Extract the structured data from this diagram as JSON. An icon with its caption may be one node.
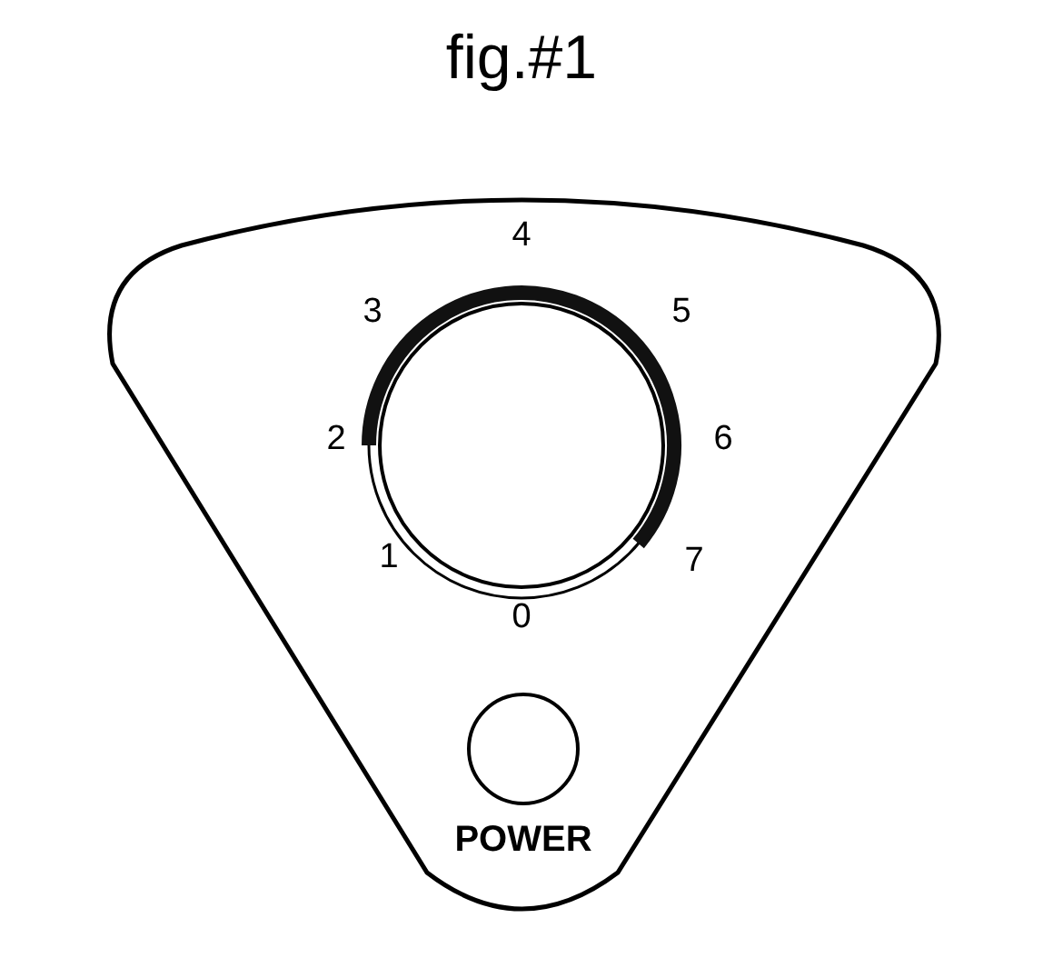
{
  "diagram": {
    "title": "fig.#1",
    "nodes": [
      {
        "text": [],
        "shape": "panel"
      },
      {
        "text": [],
        "shape": "circle",
        "in": 0
      },
      {
        "text": [],
        "shape": "circle",
        "in": 0,
        "beside": [
          "POWER"
        ]
      }
    ],
    "labels": [
      "4",
      "3",
      "5",
      "2",
      "6",
      "1",
      "7",
      "0"
    ]
  }
}
